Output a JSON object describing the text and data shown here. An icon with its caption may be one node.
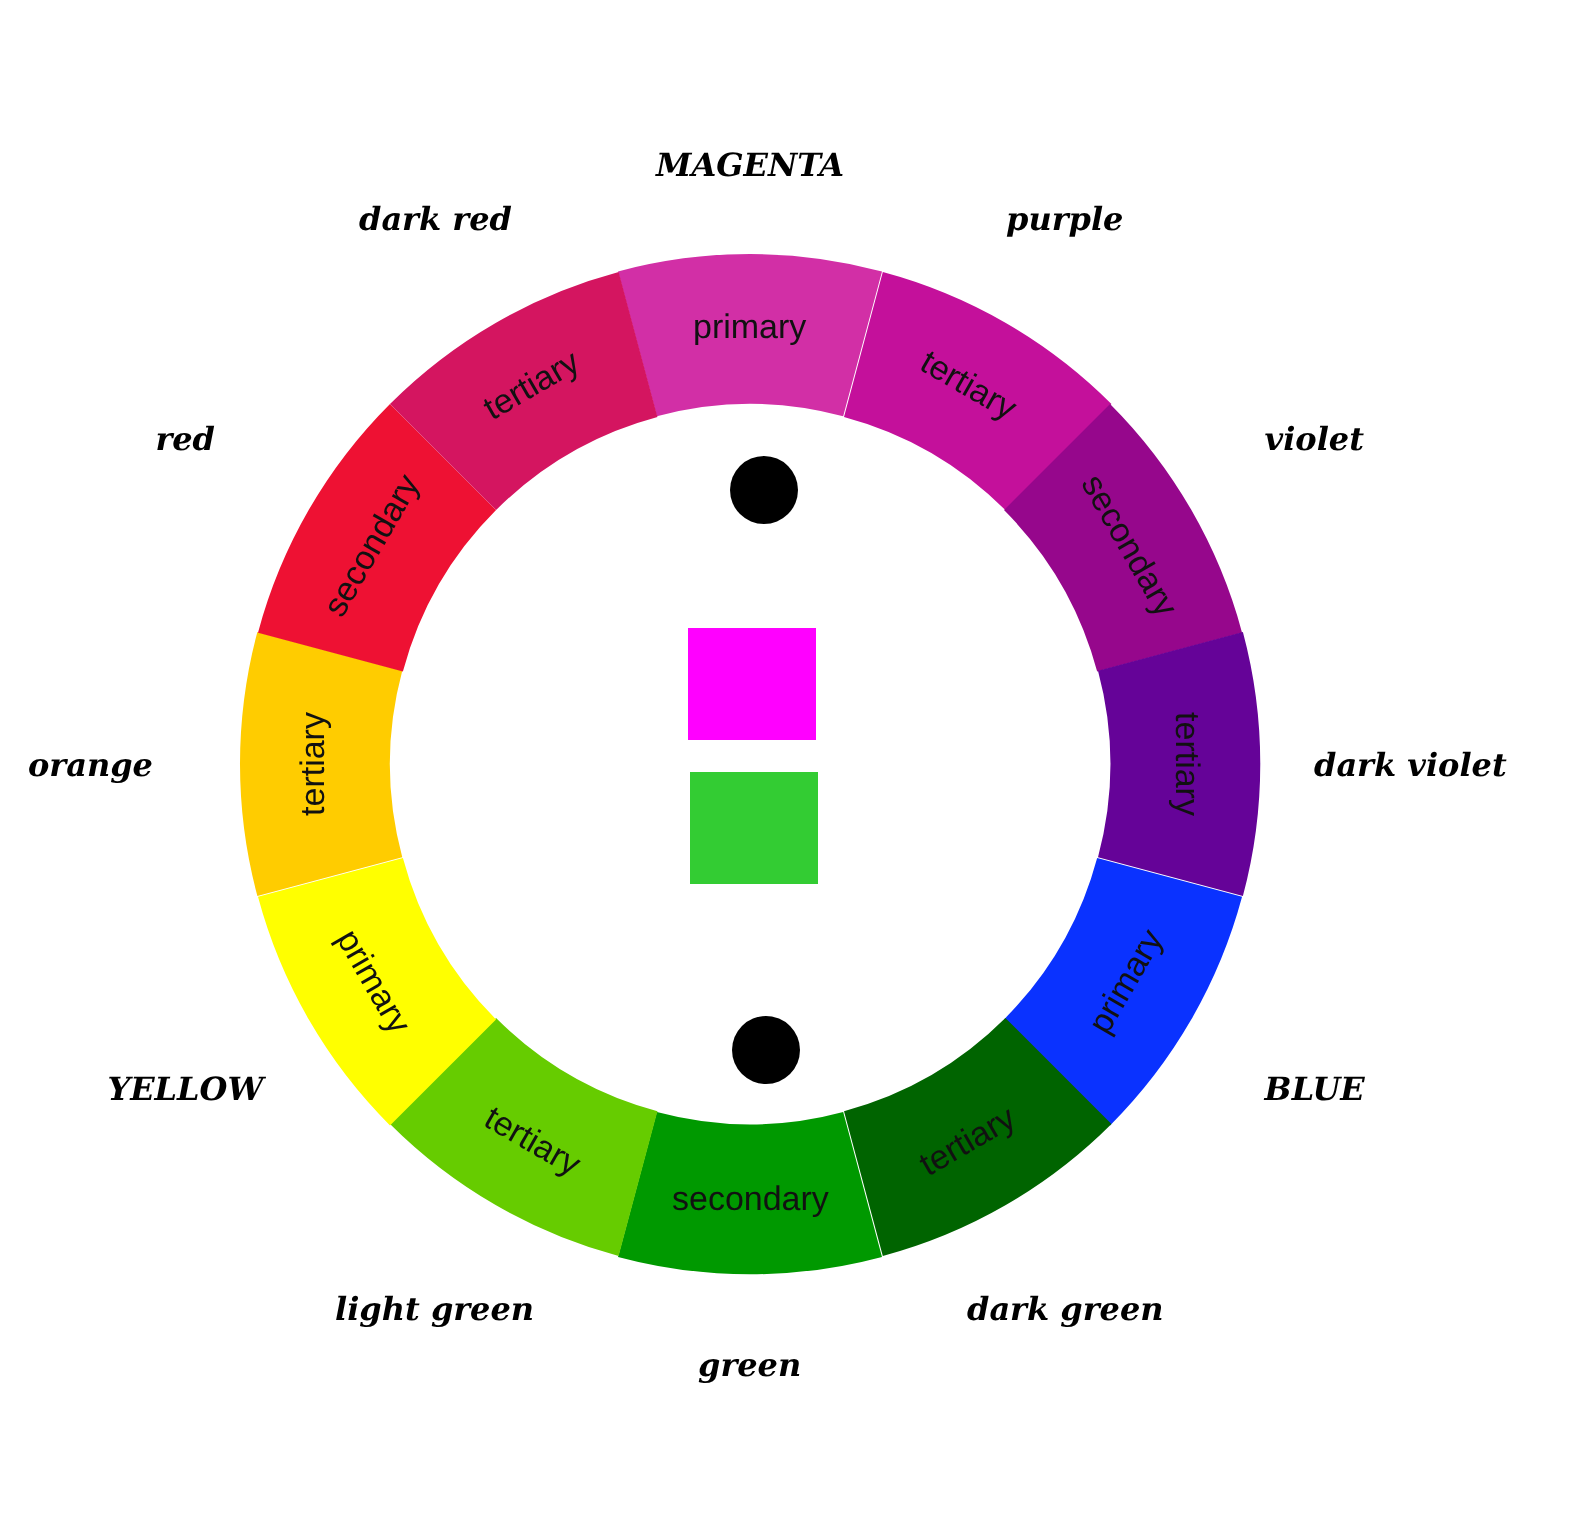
{
  "diagram": {
    "nodes": [
      {
        "text": [
          "primary"
        ],
        "beside": [
          "MAGENTA"
        ]
      },
      {
        "text": [
          "tertiary"
        ],
        "beside": [
          "purple"
        ]
      },
      {
        "text": [
          "secondary"
        ],
        "beside": [
          "violet"
        ]
      },
      {
        "text": [
          "tertiary"
        ],
        "beside": [
          "dark violet"
        ]
      },
      {
        "text": [
          "primary"
        ],
        "beside": [
          "BLUE"
        ]
      },
      {
        "text": [
          "tertiary"
        ],
        "beside": [
          "dark green"
        ]
      },
      {
        "text": [
          "secondary"
        ],
        "beside": [
          "green"
        ]
      },
      {
        "text": [
          "tertiary"
        ],
        "beside": [
          "light green"
        ]
      },
      {
        "text": [
          "primary"
        ],
        "beside": [
          "YELLOW"
        ]
      },
      {
        "text": [
          "tertiary"
        ],
        "beside": [
          "orange"
        ]
      },
      {
        "text": [
          "secondary"
        ],
        "beside": [
          "red"
        ]
      },
      {
        "text": [
          "tertiary"
        ],
        "beside": [
          "dark red"
        ]
      },
      {
        "text": [],
        "shape": "circle"
      },
      {
        "text": [],
        "shape": "box"
      },
      {
        "text": [],
        "shape": "box"
      },
      {
        "text": [],
        "shape": "circle"
      }
    ]
  }
}
